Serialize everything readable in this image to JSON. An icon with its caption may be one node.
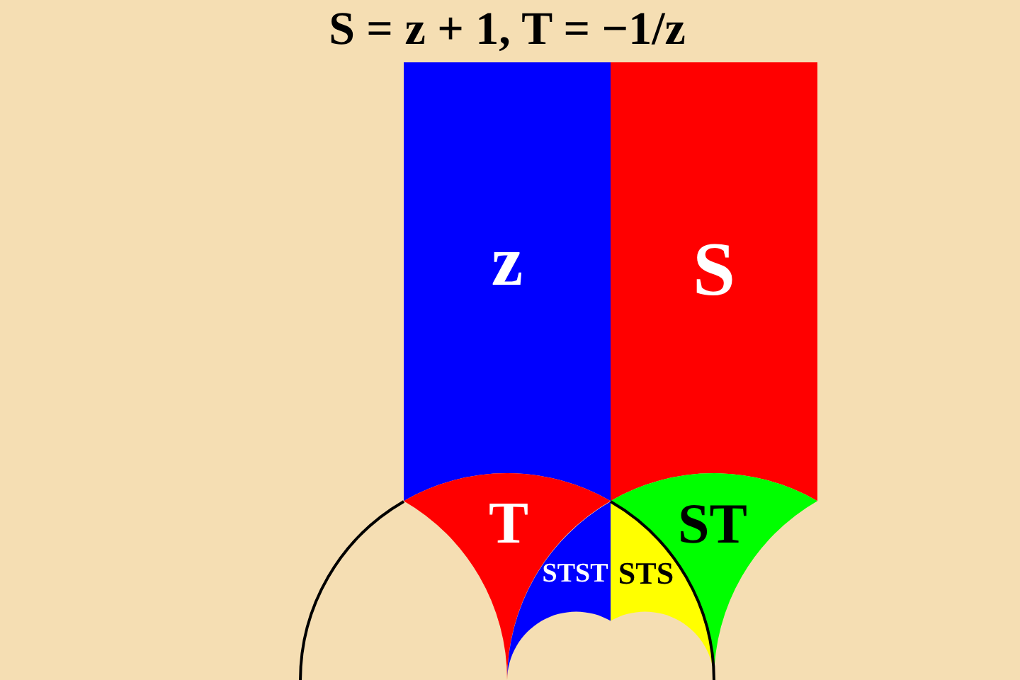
{
  "diagram": {
    "title": "S = z + 1, T = −1/z",
    "nodes": [
      {
        "text": [
          "z"
        ]
      },
      {
        "text": [
          "S"
        ]
      },
      {
        "text": [
          "T"
        ]
      },
      {
        "text": [
          "ST"
        ]
      },
      {
        "text": [
          "STST"
        ]
      },
      {
        "text": [
          "STS"
        ]
      }
    ]
  }
}
